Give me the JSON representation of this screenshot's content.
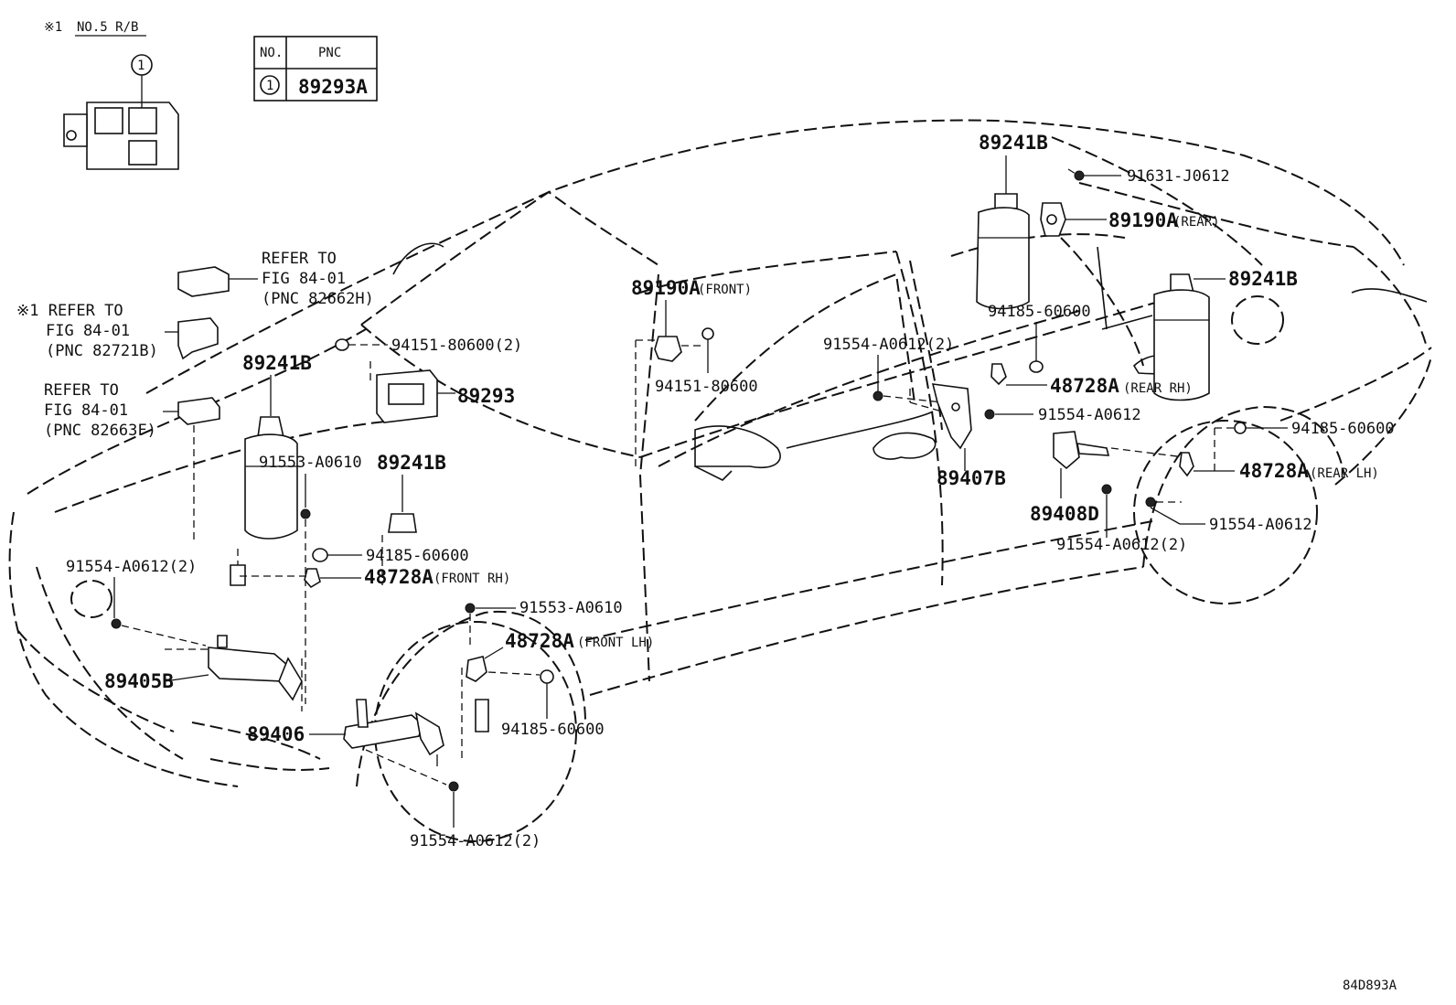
{
  "header": {
    "note_mark": "※1",
    "rb_label": "NO.5 R/B",
    "diagram_code": "84D893A"
  },
  "pnc_table": {
    "col_no": "NO.",
    "col_pnc": "PNC",
    "rows": [
      {
        "no": "1",
        "pnc": "89293A"
      }
    ]
  },
  "callout_one": "1",
  "refer": {
    "r1": {
      "l1": "REFER TO",
      "l2": "FIG 84-01",
      "l3": "(PNC 82662H)"
    },
    "r2": {
      "l1": "※1 REFER TO",
      "l2": "FIG 84-01",
      "l3": "(PNC 82721B)"
    },
    "r3": {
      "l1": "REFER TO",
      "l2": "FIG 84-01",
      "l3": "(PNC 82663F)"
    }
  },
  "labels": {
    "p89241B_top": "89241B",
    "p91631": "91631-J0612",
    "p89190A_rear": "89190A",
    "rear_note": "(REAR)",
    "p89241B_rr": "89241B",
    "p94185_rr": "94185-60600",
    "p91554_mid2": "91554-A0612(2)",
    "p48728A_rrh": "48728A",
    "rear_rh_note": "(REAR RH)",
    "p91554_rr": "91554-A0612",
    "p94185_rl": "94185-60600",
    "p89407B": "89407B",
    "p48728A_rlh": "48728A",
    "rear_lh_note": "(REAR LH)",
    "p89408D": "89408D",
    "p91554_rl": "91554-A0612",
    "p91554_rl2": "91554-A0612(2)",
    "p89190A_front": "89190A",
    "front_note": "(FRONT)",
    "p94151_f": "94151-80600",
    "p94151_2": "94151-80600(2)",
    "p89293": "89293",
    "p89241B_fl": "89241B",
    "p91553_fl": "91553-A0610",
    "p89241B_fr": "89241B",
    "p94185_fr": "94185-60600",
    "p48728A_frh": "48728A",
    "front_rh_note": "(FRONT RH)",
    "p91554_f2": "91554-A0612(2)",
    "p89405B": "89405B",
    "p91553_flh": "91553-A0610",
    "p48728A_flh": "48728A",
    "front_lh_note": "(FRONT LH)",
    "p94185_flh": "94185-60600",
    "p89406": "89406",
    "p91554_bot": "91554-A0612(2)"
  }
}
